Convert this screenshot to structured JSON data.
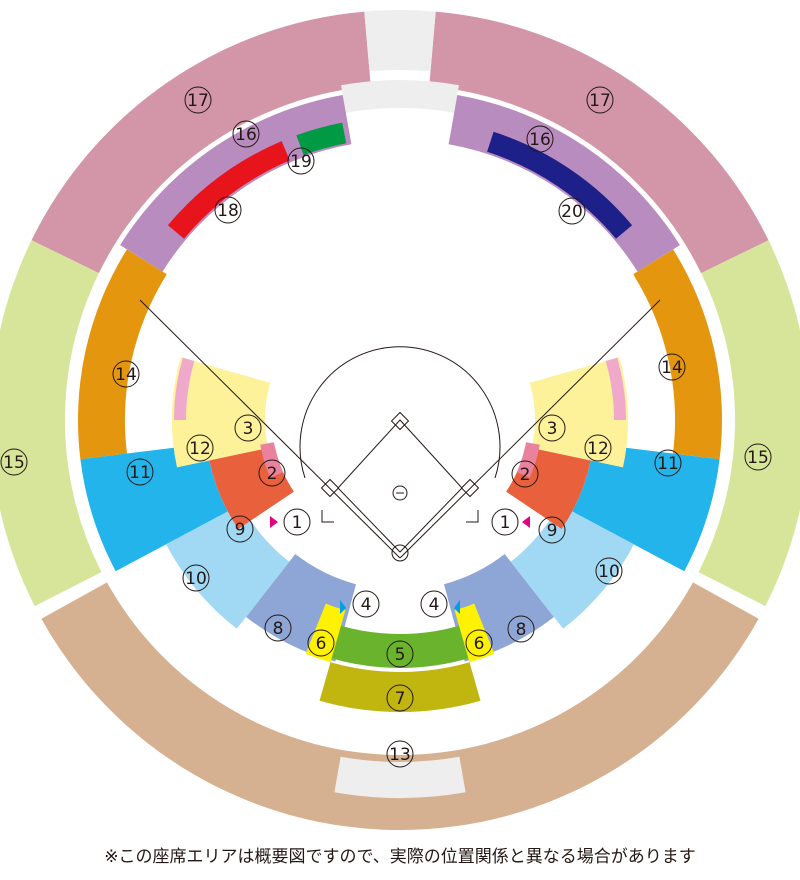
{
  "colors": {
    "zone17": "#d296a8",
    "zone16": "#b98cc0",
    "zone18": "#e8141c",
    "zone19": "#009944",
    "zone20": "#1d2088",
    "zone14": "#e5960f",
    "zone15": "#d7e59a",
    "zone11": "#22b4ea",
    "zone12": "#fdf29a",
    "zone3": "#f0a9cb",
    "zone2": "#e9829d",
    "zone1": "#e4007f",
    "zone9": "#e8603c",
    "zone10": "#a1d8f3",
    "zone8": "#8ea6d6",
    "zone6": "#fff200",
    "zone5": "#6ab42d",
    "zone7": "#c1b60f",
    "zone13": "#d6b191",
    "zone4": "#009fe8",
    "gap": "#eeeeee",
    "lines": "#231815"
  },
  "zones": [
    {
      "label": "17",
      "name": "zone-17-left"
    },
    {
      "label": "17",
      "name": "zone-17-right"
    },
    {
      "label": "16",
      "name": "zone-16-left"
    },
    {
      "label": "16",
      "name": "zone-16-right"
    },
    {
      "label": "19",
      "name": "zone-19"
    },
    {
      "label": "18",
      "name": "zone-18"
    },
    {
      "label": "20",
      "name": "zone-20"
    },
    {
      "label": "14",
      "name": "zone-14-left"
    },
    {
      "label": "14",
      "name": "zone-14-right"
    },
    {
      "label": "15",
      "name": "zone-15-left"
    },
    {
      "label": "15",
      "name": "zone-15-right"
    },
    {
      "label": "11",
      "name": "zone-11-left"
    },
    {
      "label": "11",
      "name": "zone-11-right"
    },
    {
      "label": "12",
      "name": "zone-12-left"
    },
    {
      "label": "12",
      "name": "zone-12-right"
    },
    {
      "label": "3",
      "name": "zone-3-left"
    },
    {
      "label": "3",
      "name": "zone-3-right"
    },
    {
      "label": "2",
      "name": "zone-2-left"
    },
    {
      "label": "2",
      "name": "zone-2-right"
    },
    {
      "label": "1",
      "name": "zone-1-left"
    },
    {
      "label": "1",
      "name": "zone-1-right"
    },
    {
      "label": "9",
      "name": "zone-9-left"
    },
    {
      "label": "9",
      "name": "zone-9-right"
    },
    {
      "label": "10",
      "name": "zone-10-left"
    },
    {
      "label": "10",
      "name": "zone-10-right"
    },
    {
      "label": "8",
      "name": "zone-8-left"
    },
    {
      "label": "8",
      "name": "zone-8-right"
    },
    {
      "label": "4",
      "name": "zone-4-left"
    },
    {
      "label": "4",
      "name": "zone-4-right"
    },
    {
      "label": "6",
      "name": "zone-6-left"
    },
    {
      "label": "6",
      "name": "zone-6-right"
    },
    {
      "label": "5",
      "name": "zone-5"
    },
    {
      "label": "7",
      "name": "zone-7"
    },
    {
      "label": "13",
      "name": "zone-13"
    }
  ],
  "notice": "※この座席エリアは概要図ですので、実際の位置関係と異なる場合があります"
}
